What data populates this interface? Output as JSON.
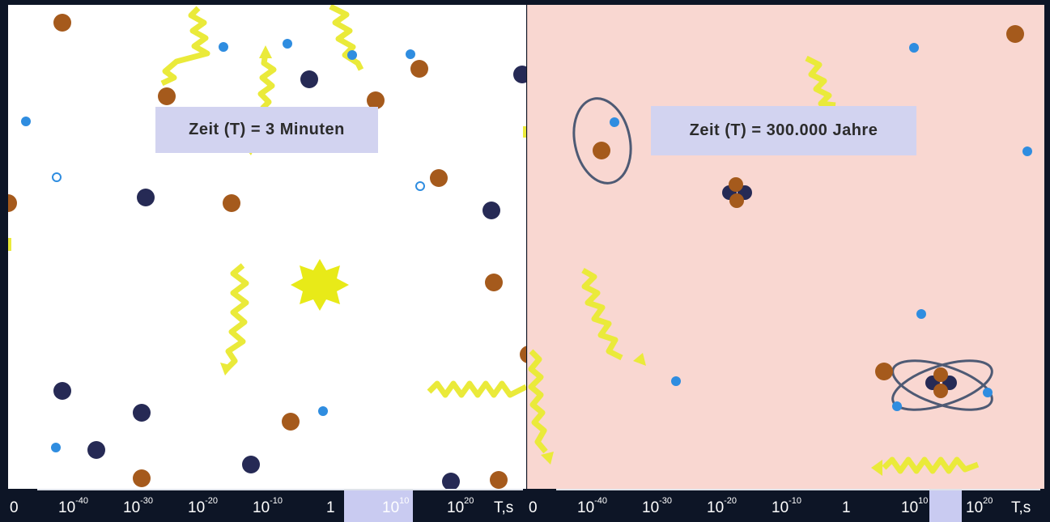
{
  "panels": {
    "left": {
      "caption": "Zeit (T) = 3 Minuten"
    },
    "right": {
      "caption": "Zeit (T) = 300.000 Jahre"
    }
  },
  "axis": {
    "zero": "0",
    "base": "10",
    "e40": "-40",
    "e30": "-30",
    "e20": "-20",
    "e10": "-10",
    "one": "1",
    "p10": "10",
    "p20": "20",
    "unit": "T,s"
  },
  "colors": {
    "proton": "#a55a1c",
    "neutron": "#262a55",
    "electron": "#2f8de0",
    "photon": "#eaea3a",
    "orbit": "#4e5a74",
    "highlight": "#c9cbf1"
  },
  "icons": {
    "photon": "wavy-arrow",
    "particle": "circle",
    "burst": "star"
  }
}
